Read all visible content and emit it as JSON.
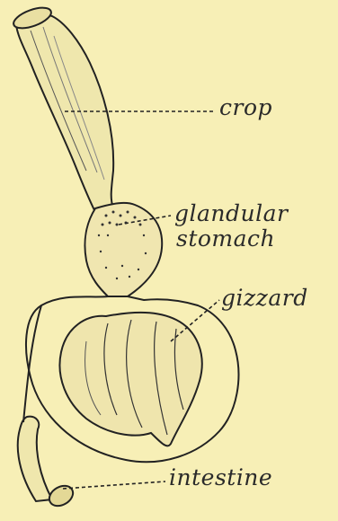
{
  "labels": {
    "crop": "crop",
    "glandular_line1": "glandular",
    "glandular_line2": "stomach",
    "gizzard": "gizzard",
    "intestine": "intestine"
  }
}
